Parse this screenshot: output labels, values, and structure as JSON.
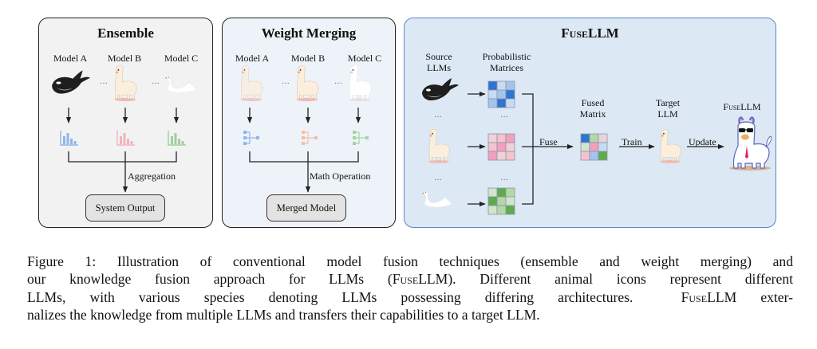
{
  "panels": {
    "ensemble": {
      "title": "Ensemble",
      "models": [
        "Model A",
        "Model B",
        "Model C"
      ],
      "model_icons": [
        "orca-icon",
        "alpaca-icon",
        "swan-icon"
      ],
      "output_icons": [
        "bar-chart-icon",
        "bar-chart-icon",
        "bar-chart-icon"
      ],
      "output_colors": [
        "#8fb6ea",
        "#f3b3b8",
        "#9fd09a"
      ],
      "ellipsis": "...",
      "operation": "Aggregation",
      "result": "System Output"
    },
    "weight_merging": {
      "title": "Weight Merging",
      "models": [
        "Model A",
        "Model B",
        "Model C"
      ],
      "model_icons": [
        "alpaca-icon",
        "alpaca-icon",
        "alpaca-icon"
      ],
      "output_icons": [
        "network-icon",
        "network-icon",
        "network-icon"
      ],
      "output_colors": [
        "#8fb6ea",
        "#f4bfa3",
        "#a6d49f"
      ],
      "ellipsis": "...",
      "operation": "Math Operation",
      "result": "Merged Model"
    },
    "fusellm": {
      "title_prefix": "Fuse",
      "title_suffix": "LLM",
      "source_header": [
        "Source",
        "LLMs"
      ],
      "matrices_header": [
        "Probabilistic",
        "Matrices"
      ],
      "source_icons": [
        "orca-icon",
        "alpaca-icon",
        "swan-icon"
      ],
      "ellipsis": "...",
      "matrices": [
        [
          "#2f74d0",
          "#c7dcf4",
          "#a4c4ef",
          "#c7dcf4",
          "#a4c4ef",
          "#2f74d0",
          "#a4c4ef",
          "#2f74d0",
          "#c7dcf4"
        ],
        [
          "#eed2d8",
          "#f6c2cc",
          "#f59fc0",
          "#f6c2cc",
          "#f59fc0",
          "#eed2d8",
          "#f59fc0",
          "#eed2d8",
          "#f6c2cc"
        ],
        [
          "#cfe5cc",
          "#5faa4f",
          "#b2d8a7",
          "#5faa4f",
          "#b2d8a7",
          "#cfe5cc",
          "#cfe5cc",
          "#b2d8a7",
          "#5faa4f"
        ]
      ],
      "fuse_label": "Fuse",
      "fused_header": [
        "Fused",
        "Matrix"
      ],
      "fused_matrix": [
        "#2f74d0",
        "#b2d8a7",
        "#eed2d8",
        "#cfe5cc",
        "#f59fc0",
        "#c7dcf4",
        "#f6c2cc",
        "#a4c4ef",
        "#5faa4f"
      ],
      "train_label": "Train",
      "target_header": [
        "Target",
        "LLM"
      ],
      "update_label": "Update",
      "result_prefix": "Fuse",
      "result_suffix": "LLM"
    }
  },
  "caption": {
    "lines": [
      [
        "Figure 1: Illustration of conventional model fusion techniques (ensemble and weight merging) and"
      ],
      [
        "our knowledge fusion approach for LLMs (",
        "Fuse",
        "LLM). Different animal icons represent different"
      ],
      [
        "LLMs, with various species denoting LLMs possessing differing architectures.  ",
        "Fuse",
        "LLM exter-"
      ],
      [
        "nalizes the knowledge from multiple LLMs and transfers their capabilities to a target LLM."
      ]
    ]
  }
}
